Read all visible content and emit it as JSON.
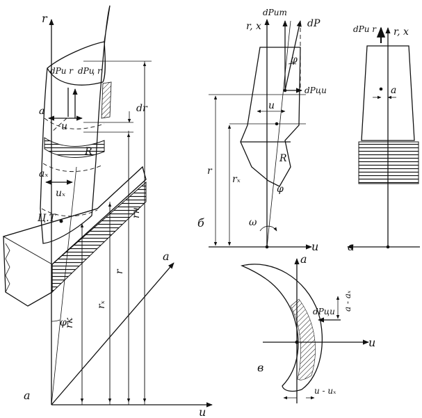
{
  "panels": {
    "a": {
      "panel_letter": "а",
      "axis_r": "r",
      "axis_a": "a",
      "axis_u": "u",
      "force_dPur": "dPu r",
      "force_dPcr": "dPц r",
      "label_a": "a",
      "label_u": "u",
      "label_dr": "dr",
      "label_R": "R",
      "label_ax": "aₓ",
      "label_ux": "uₓ",
      "label_CT": "Ц.Т",
      "label_phi": "φ",
      "dim_rk": "rк",
      "dim_rx": "rₓ",
      "dim_r": "r",
      "dim_rn": "rн"
    },
    "b": {
      "panel_letter": "б",
      "axis_rx": "r, x",
      "force_top": "dPuт",
      "force_dP": "dP",
      "force_dPcu": "dPцu",
      "label_phi": "φ",
      "label_u": "u",
      "label_R": "R",
      "label_phi2": "φ",
      "label_omega": "ω",
      "dim_r": "r",
      "dim_rx": "rₓ",
      "axis_u": "u"
    },
    "side": {
      "force_dPur": "dPu r",
      "axis_rx": "r, x",
      "label_a": "a",
      "axis_a": "a"
    },
    "c": {
      "panel_letter": "в",
      "axis_a": "a",
      "axis_u": "u",
      "force_dPcu": "dPцu",
      "dim_a_ax": "a - aₓ",
      "dim_u_ux": "u - uₓ"
    }
  }
}
